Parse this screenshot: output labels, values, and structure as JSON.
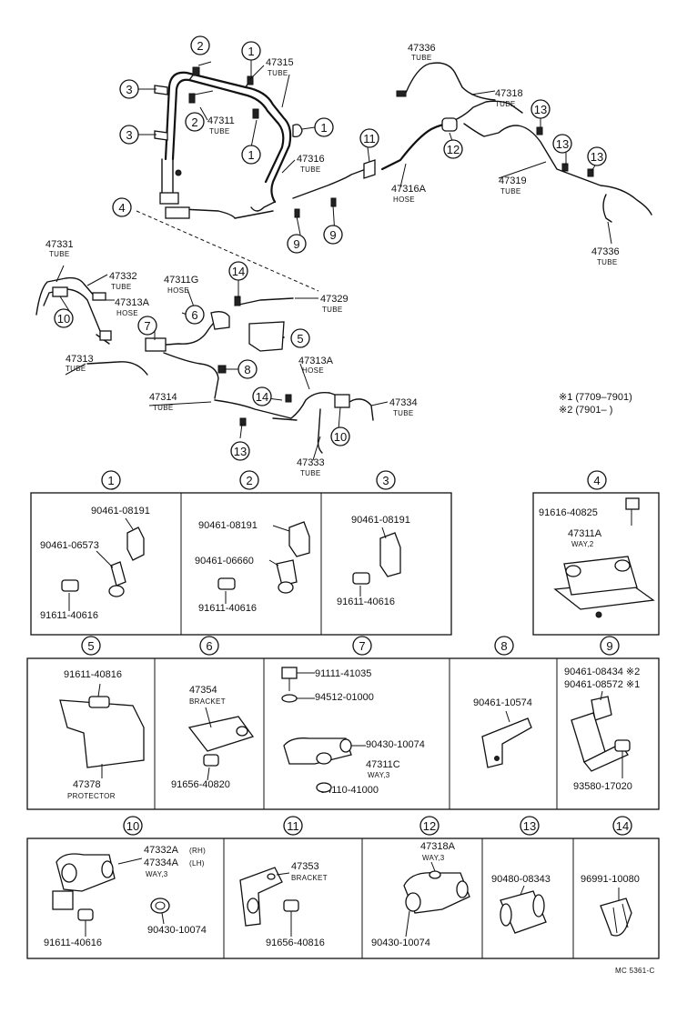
{
  "tubes": {
    "t47315": {
      "no": "47315",
      "type": "TUBE"
    },
    "t47311": {
      "no": "47311",
      "type": "TUBE"
    },
    "t47316": {
      "no": "47316",
      "type": "TUBE"
    },
    "t47316A": {
      "no": "47316A",
      "type": "HOSE"
    },
    "t47336a": {
      "no": "47336",
      "type": "TUBE"
    },
    "t47318": {
      "no": "47318",
      "type": "TUBE"
    },
    "t47319": {
      "no": "47319",
      "type": "TUBE"
    },
    "t47336b": {
      "no": "47336",
      "type": "TUBE"
    },
    "t47331": {
      "no": "47331",
      "type": "TUBE"
    },
    "t47332": {
      "no": "47332",
      "type": "TUBE"
    },
    "t47313A1": {
      "no": "47313A",
      "type": "HOSE"
    },
    "t47311G": {
      "no": "47311G",
      "type": "HOSE"
    },
    "t47329": {
      "no": "47329",
      "type": "TUBE"
    },
    "t47313": {
      "no": "47313",
      "type": "TUBE"
    },
    "t47313A2": {
      "no": "47313A",
      "type": "HOSE"
    },
    "t47314": {
      "no": "47314",
      "type": "TUBE"
    },
    "t47334": {
      "no": "47334",
      "type": "TUBE"
    },
    "t47333": {
      "no": "47333",
      "type": "TUBE"
    }
  },
  "notes": {
    "note1": "※1 (7709–7901)",
    "note2": "※2 (7901–        )"
  },
  "callouts": {
    "n1": "1",
    "n2": "2",
    "n3": "3",
    "n4": "4",
    "n5": "5",
    "n6": "6",
    "n7": "7",
    "n8": "8",
    "n9": "9",
    "n10": "10",
    "n11": "11",
    "n12": "12",
    "n13": "13",
    "n14": "14"
  },
  "panels": {
    "p1": {
      "num": "1",
      "parts": [
        "90461-08191",
        "90461-06573",
        "91611-40616"
      ]
    },
    "p2": {
      "num": "2",
      "parts": [
        "90461-08191",
        "90461-06660",
        "91611-40616"
      ]
    },
    "p3": {
      "num": "3",
      "parts": [
        "90461-08191",
        "91611-40616"
      ]
    },
    "p4": {
      "num": "4",
      "parts": [
        "91616-40825",
        "47311A"
      ],
      "sub": "WAY,2"
    },
    "p5": {
      "num": "5",
      "parts": [
        "91611-40816",
        "47378"
      ],
      "sub": "PROTECTOR"
    },
    "p6": {
      "num": "6",
      "parts": [
        "47354",
        "91656-40820"
      ],
      "sub": "BRACKET"
    },
    "p7": {
      "num": "7",
      "parts": [
        "91111-41035",
        "94512-01000",
        "90430-10074",
        "47311C",
        "94110-41000"
      ],
      "sub": "WAY,3"
    },
    "p8": {
      "num": "8",
      "parts": [
        "90461-10574"
      ]
    },
    "p9": {
      "num": "9",
      "parts": [
        "90461-08434 ※2",
        "90461-08572 ※1",
        "93580-17020"
      ]
    },
    "p10": {
      "num": "10",
      "parts": [
        "47332A",
        "47334A",
        "91611-40616",
        "90430-10074"
      ],
      "rh": "(RH)",
      "lh": "(LH)",
      "sub": "WAY,3"
    },
    "p11": {
      "num": "11",
      "parts": [
        "47353",
        "91656-40816"
      ],
      "sub": "BRACKET"
    },
    "p12": {
      "num": "12",
      "parts": [
        "47318A",
        "90430-10074"
      ],
      "sub": "WAY,3"
    },
    "p13": {
      "num": "13",
      "parts": [
        "90480-08343"
      ]
    },
    "p14": {
      "num": "14",
      "parts": [
        "96991-10080"
      ]
    }
  },
  "code": "MC 5361-C"
}
